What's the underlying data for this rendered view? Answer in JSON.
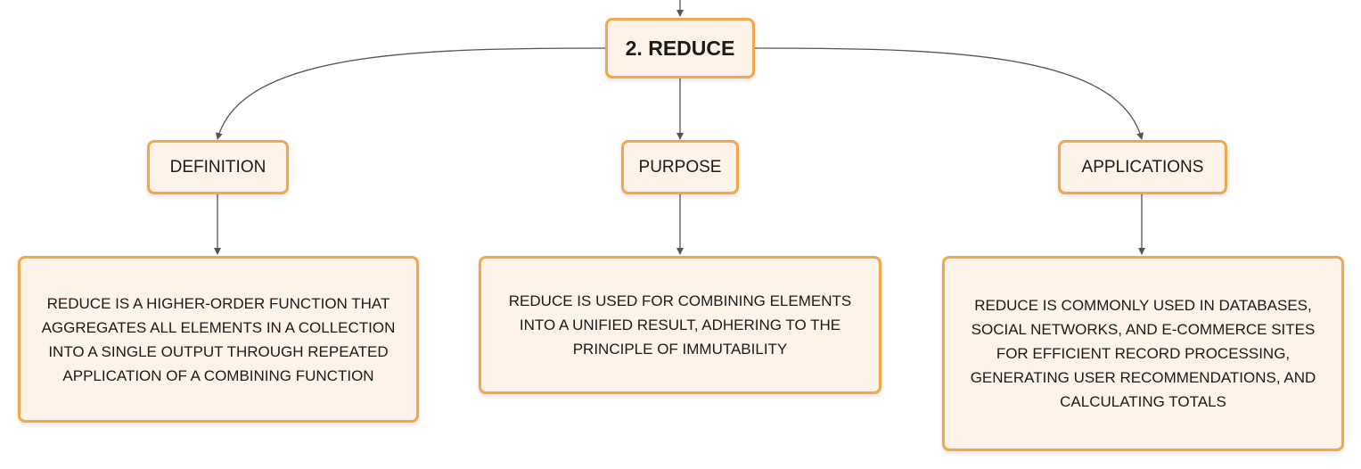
{
  "root": {
    "label": "2. REDUCE"
  },
  "categories": [
    {
      "label": "DEFINITION",
      "detail": "REDUCE IS A HIGHER-ORDER FUNCTION THAT AGGREGATES ALL ELEMENTS IN A COLLECTION INTO A SINGLE OUTPUT THROUGH REPEATED APPLICATION OF A COMBINING FUNCTION"
    },
    {
      "label": "PURPOSE",
      "detail": "REDUCE IS USED FOR COMBINING ELEMENTS INTO A UNIFIED RESULT, ADHERING TO THE PRINCIPLE OF IMMUTABILITY"
    },
    {
      "label": "APPLICATIONS",
      "detail": "REDUCE IS COMMONLY USED IN DATABASES, SOCIAL NETWORKS, AND E-COMMERCE SITES FOR EFFICIENT RECORD PROCESSING, GENERATING USER RECOMMENDATIONS, AND CALCULATING TOTALS"
    }
  ],
  "colors": {
    "node_fill": "#fef3e8",
    "node_border": "#f4a64a",
    "edge": "#555555"
  }
}
